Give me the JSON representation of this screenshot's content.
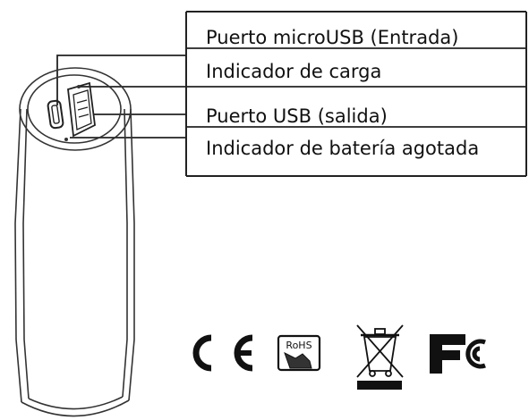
{
  "labels": {
    "microusb_input": "Puerto microUSB (Entrada)",
    "charge_indicator": "Indicador de carga",
    "usb_output": "Puerto USB (salida)",
    "low_battery_indicator": "Indicador de batería agotada"
  },
  "certifications": {
    "rohs_text": "RoHS"
  },
  "colors": {
    "line": "#222222",
    "ink": "#111111",
    "background": "#ffffff"
  }
}
